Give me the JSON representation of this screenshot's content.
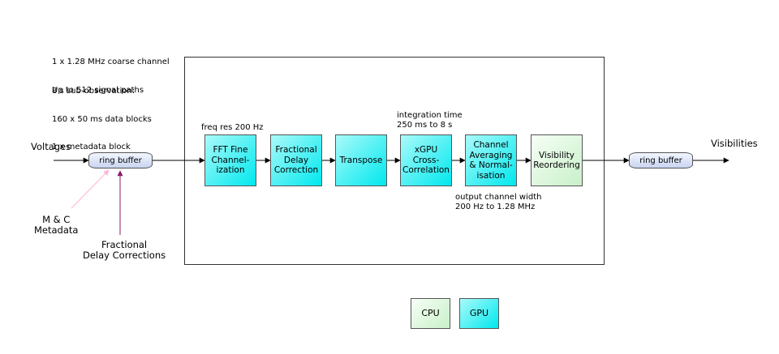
{
  "notes": {
    "channel_line1": "1 x 1.28 MHz coarse channel",
    "channel_line2": "Up to 512 signal paths",
    "subobs_line1": "8 s sub-observation:",
    "subobs_line2": "160 x 50 ms data blocks",
    "subobs_line3": "1 x metadata block"
  },
  "inputs": {
    "voltages": "Voltages",
    "mc_metadata": "M & C\nMetadata",
    "fractional_delay_corrections": "Fractional\nDelay Corrections"
  },
  "outputs": {
    "visibilities": "Visibilities"
  },
  "ring_buffers": {
    "input": "ring buffer",
    "output": "ring buffer"
  },
  "annotations": {
    "freq_res": "freq res 200 Hz",
    "integration_time": "integration time\n250 ms to 8 s",
    "output_channel_width": "output channel width\n200 Hz to 1.28 MHz"
  },
  "blocks": [
    {
      "label": "FFT Fine\nChannel-\nization",
      "kind": "gpu"
    },
    {
      "label": "Fractional\nDelay\nCorrection",
      "kind": "gpu"
    },
    {
      "label": "Transpose",
      "kind": "gpu"
    },
    {
      "label": "xGPU\nCross-\nCorrelation",
      "kind": "gpu"
    },
    {
      "label": "Channel\nAveraging\n& Normal-\nisation",
      "kind": "gpu"
    },
    {
      "label": "Visibility\nReordering",
      "kind": "cpu"
    }
  ],
  "legend": {
    "cpu": "CPU",
    "gpu": "GPU"
  },
  "colors": {
    "gpu_fill": "#00e8ee",
    "cpu_fill": "#c9f0c9",
    "ring_fill": "#c9d4f0",
    "mc_arrow": "#ffb3d9",
    "delay_arrow": "#8b1a6b"
  }
}
